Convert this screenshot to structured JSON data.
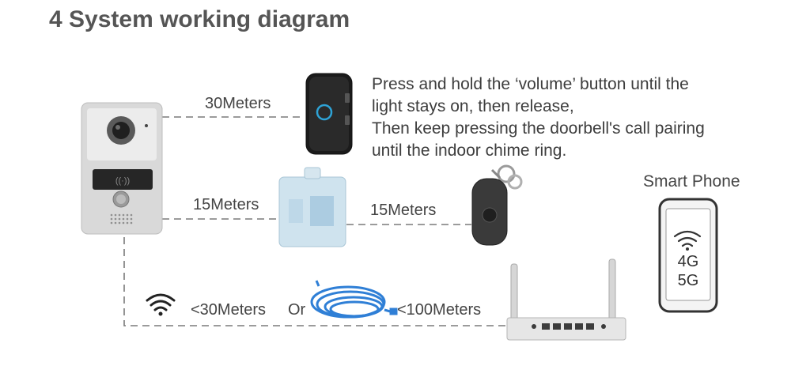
{
  "title": "4 System working diagram",
  "instructions": [
    "Press and hold the ‘volume’ button until the",
    "light stays on, then release,",
    "Then keep pressing the doorbell's call pairing",
    "until the indoor chime ring."
  ],
  "links": {
    "chime_distance": "30Meters",
    "relay_distance": "15Meters",
    "remote_distance": "15Meters",
    "wifi_distance": "<30Meters",
    "or": "Or",
    "cable_distance": "<100Meters"
  },
  "phone": {
    "label": "Smart Phone",
    "network_1": "4G",
    "network_2": "5G"
  },
  "colors": {
    "line": "#7a7a7a",
    "cable": "#2f7fd6",
    "chime_ring": "#2ea3d6"
  }
}
